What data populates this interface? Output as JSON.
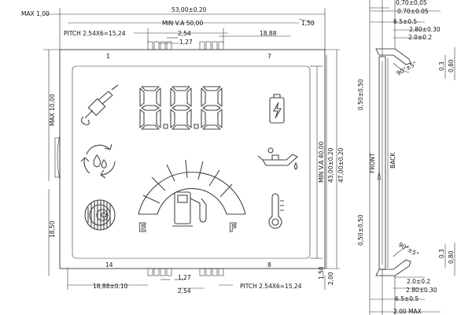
{
  "dims": {
    "max_top": "MAX 1,00",
    "width_total": "53,00±0.20",
    "min_va_width": "MIN V.A 50,00",
    "right_margin": "1,50",
    "pitch_top": "PITCH 2.54X6=15,24",
    "p254_top": "2,54",
    "p127_top": "1,27",
    "r1888_top": "18.88",
    "pin1": "1",
    "pin7": "7",
    "pin14": "14",
    "pin8": "8",
    "max_left": "MAX 10,00",
    "h1850": "18,50",
    "min_va_height": "MIN V.A 40,00",
    "h4300": "43,00±0.20",
    "h4700": "47,00±0.20",
    "b150": "1,50",
    "b200": "2,00",
    "b1888": "18,88±0.10",
    "b127": "1,27",
    "b254": "2,54",
    "pitch_bottom": "PITCH 2.54X6=15,24"
  },
  "side": {
    "t070a": "0,70±0,05",
    "t070b": "0.70±0.05",
    "t65": "6.5±0.5",
    "t280": "2.80±0.30",
    "t20": "2.0±0.2",
    "t03": "0.3",
    "t080": "0,80",
    "t050top": "0,50±0,50",
    "ang_top": "90°±5°",
    "front": "FRONT",
    "back": "BACK",
    "t050bot": "0,50±0,50",
    "ang_bot": "90°±5°",
    "b03": "0.3",
    "b080": "0,80",
    "b20": "2.0±0.2",
    "b280": "2.80±0.30",
    "b65": "6.5±0.5",
    "b200max": "2.00 MAX"
  },
  "lcd": {
    "digits": "8.8.8",
    "fuel_empty": "E",
    "fuel_full": "F"
  },
  "icons": [
    "spark-plug-icon",
    "battery-icon",
    "recycle-drops-icon",
    "oil-can-icon",
    "gear-icon",
    "fuel-pump-icon",
    "thermometer-icon"
  ]
}
